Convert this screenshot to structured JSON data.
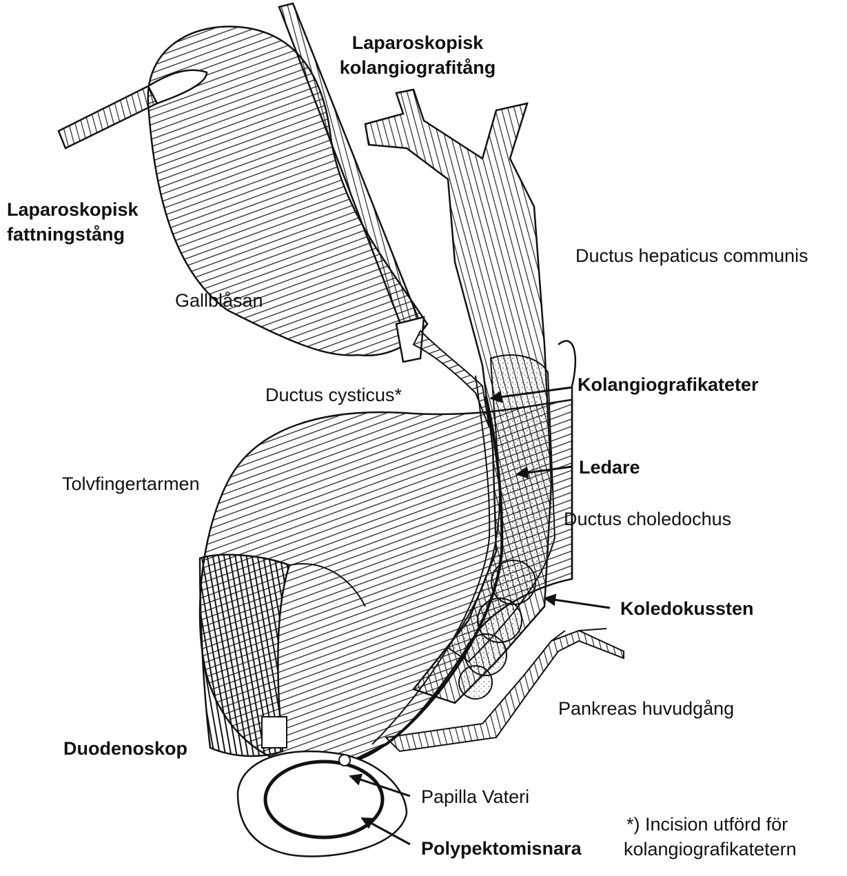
{
  "labels": {
    "grasper": [
      "Laparoskopisk",
      "fattningstång"
    ],
    "chol_forceps": [
      "Laparoskopisk",
      "kolangiografitång"
    ],
    "common_hepatic": "Ductus hepaticus communis",
    "gallbladder": "Gallblåsan",
    "cystic_duct": "Ductus cysticus*",
    "catheter": "Kolangiografikateter",
    "guidewire": "Ledare",
    "duodenum": "Tolvfingertarmen",
    "common_bile_duct": "Ductus choledochus",
    "stone": "Koledokussten",
    "pancreatic_duct": "Pankreas huvudgång",
    "duodenoscope": "Duodenoskop",
    "papilla": "Papilla Vateri",
    "snare": "Polypektomisnara",
    "footnote": [
      "*) Incision utförd för",
      "kolangiografikatetern"
    ]
  },
  "colors": {
    "ink": "#111111",
    "tissue": "#ffffff",
    "stone": "#e9e9e9"
  }
}
